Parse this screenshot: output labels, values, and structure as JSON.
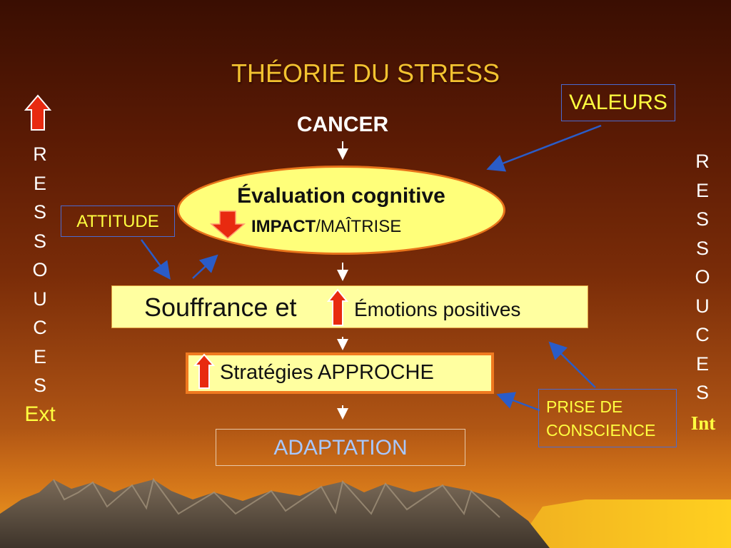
{
  "title": "THÉORIE DU STRESS",
  "cancer": "CANCER",
  "valeurs": "VALEURS",
  "attitude": "ATTITUDE",
  "evaluation": {
    "title": "Évaluation cognitive",
    "impact": "IMPACT",
    "slash": "/",
    "maitrise": "MAÎTRISE"
  },
  "souffrance": {
    "left": "Souffrance et",
    "right": "Émotions positives"
  },
  "strategies": "Stratégies APPROCHE",
  "adaptation": "ADAPTATION",
  "prise": {
    "line1": "PRISE DE",
    "line2": "CONSCIENCE"
  },
  "left_column": {
    "letters": [
      "R",
      "E",
      "S",
      "S",
      "O",
      "U",
      "C",
      "E",
      "S"
    ],
    "label": "Ext"
  },
  "right_column": {
    "letters": [
      "R",
      "E",
      "S",
      "S",
      "O",
      "U",
      "C",
      "E",
      "S"
    ],
    "label": "Int"
  },
  "colors": {
    "title": "#f2c230",
    "label_yellow": "#ffff40",
    "ellipse_fill": "#ffff7a",
    "box_fill": "#ffffa0",
    "arrow_red": "#e82a10",
    "arrow_blue": "#2a5cc8",
    "adaptation_text": "#a8c8ff"
  }
}
